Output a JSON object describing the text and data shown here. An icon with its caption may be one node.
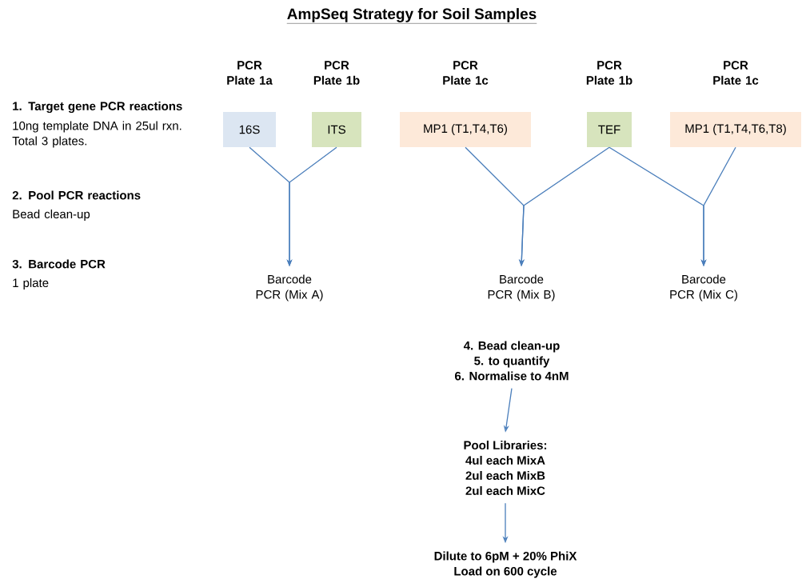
{
  "diagram": {
    "title": "AmpSeq Strategy for Soil Samples",
    "nodes": [
      {
        "text": [
          "PCR Plate 1a",
          "16S"
        ]
      },
      {
        "text": [
          "PCR Plate 1b",
          "ITS"
        ]
      },
      {
        "text": [
          "PCR Plate 1c",
          "MP1 (T1,T4,T6)"
        ]
      },
      {
        "text": [
          "PCR Plate 1b",
          "TEF"
        ]
      },
      {
        "text": [
          "PCR Plate 1c",
          "MP1 (T1,T4,T6,T8)"
        ]
      },
      {
        "text": [
          "Barcode PCR (Mix A)"
        ]
      },
      {
        "text": [
          "Barcode PCR (Mix B)"
        ]
      },
      {
        "text": [
          "Barcode PCR (Mix C)"
        ]
      },
      {
        "text": [
          "4. Bead clean-up",
          "5. to quantify",
          "6. Normalise to 4nM"
        ]
      },
      {
        "text": [
          "Pool Libraries:",
          "4ul each MixA",
          "2ul each MixB",
          "2ul each MixC"
        ]
      },
      {
        "text": [
          "Dilute to 6pM + 20% PhiX",
          "Load on 600 cycle"
        ]
      }
    ],
    "edges": [
      {
        "from": 0,
        "to": 5,
        "arrow": "to"
      },
      {
        "from": 1,
        "to": 5,
        "arrow": "to"
      },
      {
        "from": 2,
        "to": 6,
        "arrow": "to"
      },
      {
        "from": 3,
        "to": 6,
        "arrow": "to"
      },
      {
        "from": 3,
        "to": 7,
        "arrow": "to"
      },
      {
        "from": 4,
        "to": 7,
        "arrow": "to"
      },
      {
        "from": 8,
        "to": 9,
        "arrow": "to"
      },
      {
        "from": 9,
        "to": 10,
        "arrow": "to"
      }
    ],
    "labels": [
      "1. Target gene PCR reactions",
      "10ng template DNA in 25ul rxn. Total 3 plates.",
      "2. Pool PCR reactions",
      "Bead clean-up",
      "3. Barcode PCR",
      "1 plate"
    ]
  }
}
